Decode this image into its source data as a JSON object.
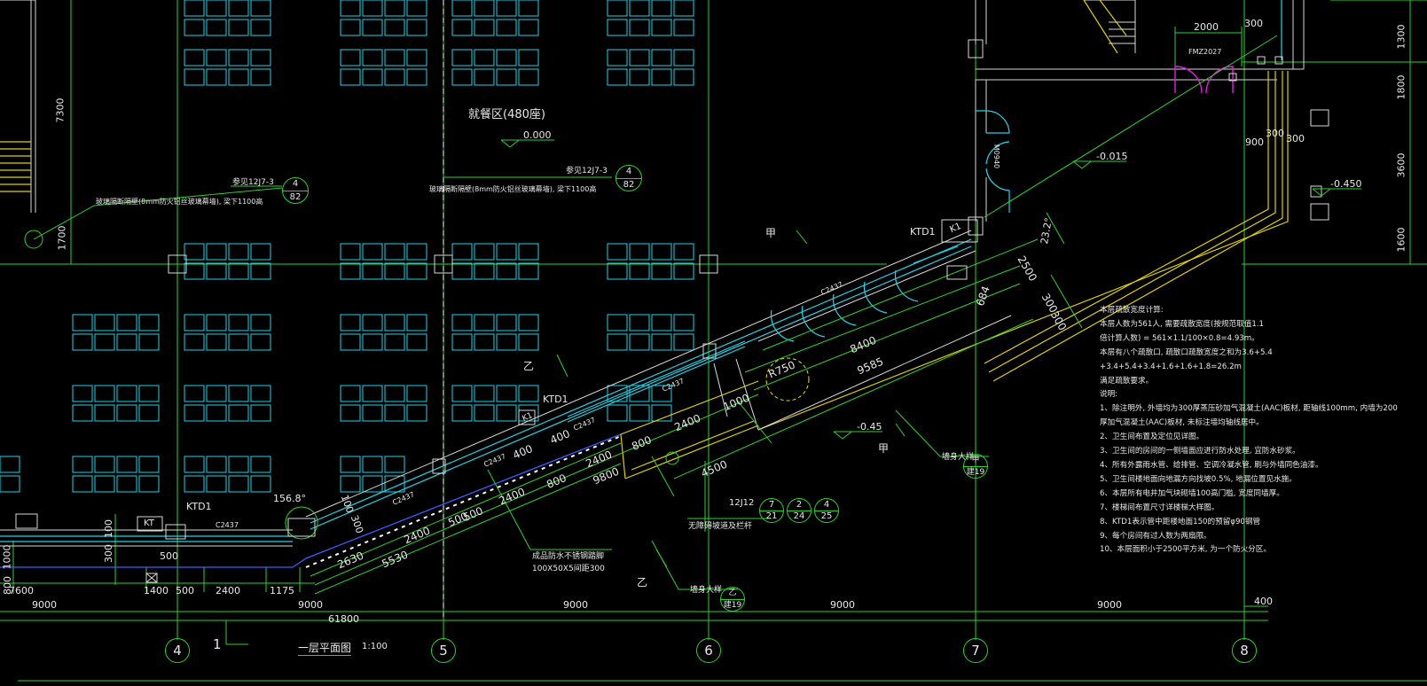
{
  "drawing": {
    "title": "一层平面图",
    "scale": "1:100",
    "left_number": "1"
  },
  "axes": [
    {
      "label": "4"
    },
    {
      "label": "5"
    },
    {
      "label": "6"
    },
    {
      "label": "7"
    },
    {
      "label": "8"
    }
  ],
  "dims_bottom": {
    "span_4_5_left": "9000",
    "span_5": "9000",
    "span_6": "9000",
    "span_7": "9000",
    "span_8": "9000",
    "total": "61800",
    "end": "400",
    "seg_7600": "7600",
    "seg_1400": "1400",
    "seg_500": "500",
    "seg_2400": "2400",
    "seg_1175": "1175",
    "seg_800": "800",
    "seg_1000": "1000"
  },
  "dims_left": [
    "7300",
    "1700"
  ],
  "dims_right": [
    "1300",
    "1800",
    "3600",
    "1600"
  ],
  "dims_top": [
    "2000",
    "300"
  ],
  "dims_diag": [
    "2630",
    "5530",
    "2400",
    "500",
    "500",
    "2400",
    "800",
    "2400",
    "9800",
    "400",
    "400",
    "2400",
    "800",
    "2400",
    "1000",
    "8400",
    "9585",
    "684",
    "2500",
    "300",
    "300",
    "4500",
    "300",
    "100"
  ],
  "dims_misc": [
    "100",
    "300",
    "1000",
    "800",
    "900",
    "300",
    "300"
  ],
  "angles": [
    "156.8°",
    "23.2°"
  ],
  "radius": "R750",
  "room_label": "就餐区(480座)",
  "elevations": [
    "0.000",
    "-0.015",
    "-0.450",
    "-0.45"
  ],
  "partition_notes": [
    {
      "ref": "参见12J7-3",
      "text": "玻璃隔断隔壁(8mm防火铝丝玻璃幕墙), 梁下1100高",
      "bubble_top": "4",
      "bubble_bottom": "82"
    },
    {
      "ref": "参见12J7-3",
      "text": "玻璃隔断隔壁(8mm防火铝丝玻璃幕墙), 梁下1100高",
      "bubble_top": "4",
      "bubble_bottom": "82"
    }
  ],
  "tags": {
    "ktd1": "KTD1",
    "kt": "KT",
    "k1": "K1",
    "door_fmz": "FMZ2027",
    "door_m": "M0940",
    "c2437": "C2437",
    "jia": "甲",
    "yi": "乙",
    "wall_section": "墙身大样",
    "rail_note": "无障碍坡道及栏杆",
    "rail_ref": "12J12",
    "rail_bubbles": [
      [
        "7",
        "21"
      ],
      [
        "2",
        "24"
      ],
      [
        "4",
        "25"
      ]
    ],
    "steel_note_1": "成品防水不锈钢踏脚",
    "steel_note_2": "100X50X5间距300",
    "jia_bubble": [
      "甲",
      "建19"
    ],
    "yi_bubble": [
      "乙",
      "建19"
    ]
  },
  "notes": [
    "本层疏散宽度计算:",
    "本层人数为561人, 需要疏散宽度(按规范取值1.1",
    "倍计算人数) = 561×1.1/100×0.8=4.93m。",
    "本层有八个疏散口, 疏散口疏散宽度之和为3.6+5.4",
    "+3.4+5.4+3.4+1.6+1.6+1.8=26.2m",
    "满足疏散要求。",
    "说明:",
    "1、除注明外, 外墙均为300厚蒸压砂加气混凝土(AAC)板材, 距轴线100mm, 内墙为200",
    "厚加气混凝土(AAC)板材, 未标注墙均轴线居中。",
    "2、卫生间布置及定位见详图。",
    "3、卫生间的房间的一侧墙面应进行防水处理, 宜防水砂浆。",
    "4、所有外露雨水管、给排管、空调冷凝水管, 刷与外墙同色油漆。",
    "5、卫生间楼地面向地漏方向找坡0.5%, 地漏位置见水施。",
    "6、本层所有电井加气块砌墙100高门槛, 宽度同墙厚。",
    "7、楼梯间布置尺寸详楼梯大样图。",
    "8、KTD1表示管中距楼地面150的预留φ90钢管",
    "9、每个房间有过人数为两扇限。",
    "10、本层面积小于2500平方米, 为一个防火分区。"
  ],
  "colors": {
    "background": "#000000",
    "grid": "#2bd42b",
    "wall": "#e0d000",
    "glass": "#22d3e6",
    "text": "#e8e8e8",
    "door": "#e01ee0",
    "dash": "#3c5cff"
  }
}
